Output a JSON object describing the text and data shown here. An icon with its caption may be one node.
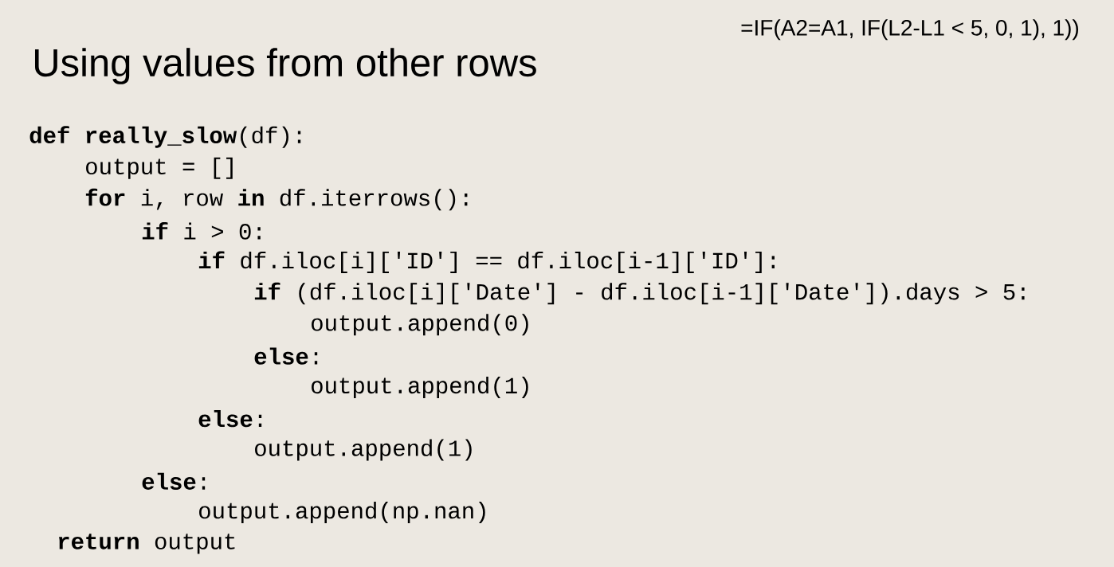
{
  "diagram": {
    "title": "Using values from other rows",
    "labels": [
      "=IF(A2=A1, IF(L2-L1 < 5, 0, 1), 1))",
      "**def** **really_slow**(df):",
      "output = []",
      "**for** i, row **in** df.iterrows():",
      "**if** i > 0:",
      "**if** df.iloc[i]['ID'] == df.iloc[i-1]['ID']:",
      "**if** (df.iloc[i]['Date'] - df.iloc[i-1]['Date']).days > 5:",
      "output.append(0)",
      "**else**:",
      "output.append(1)",
      "**else**:",
      "output.append(1)",
      "**else**:",
      "output.append(np.nan)",
      "**return** output"
    ]
  }
}
